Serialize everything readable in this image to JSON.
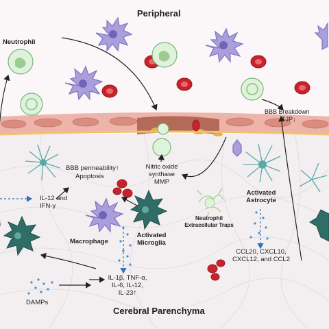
{
  "regions": {
    "top": "Peripheral",
    "bottom": "Cerebral Parenchyma"
  },
  "labels": {
    "neutrophil": "Neutrophil",
    "bbb_breakdown_1": "BBB Breakdown",
    "bbb_breakdown_2": "TJP↓",
    "bbb_perm_1": "BBB permeability↑",
    "bbb_perm_2": "Apoptosis",
    "nitric_1": "Nitric oxide",
    "nitric_2": "synthase",
    "nitric_3": "MMP",
    "il12_1": "IL-12 and",
    "il12_2": "IFN-γ",
    "activated_astro_1": "Activated",
    "activated_astro_2": "Astrocyte",
    "net_1": "Neutrophil",
    "net_2": "Extracellular Traps",
    "macrophage": "Macrophage",
    "activated_micro_1": "Activated",
    "activated_micro_2": "Microglia",
    "ccl_1": "CCL20, CXCL10,",
    "ccl_2": "CXCL12, and CCL2",
    "cyt_1": "IL-1β, TNF-α,",
    "cyt_2": "IL-6, IL-12,",
    "cyt_3": "IL-23↑",
    "damps": "DAMPs"
  },
  "colors": {
    "rbc": "#c8232c",
    "neutrophil": "#dff3dc",
    "macrophage": "#a99fdc",
    "microglia": "#2f6d66",
    "astrocyte": "#5aa9a8",
    "endothelium": "#e9a99e",
    "dots": "#3c8fd6"
  }
}
